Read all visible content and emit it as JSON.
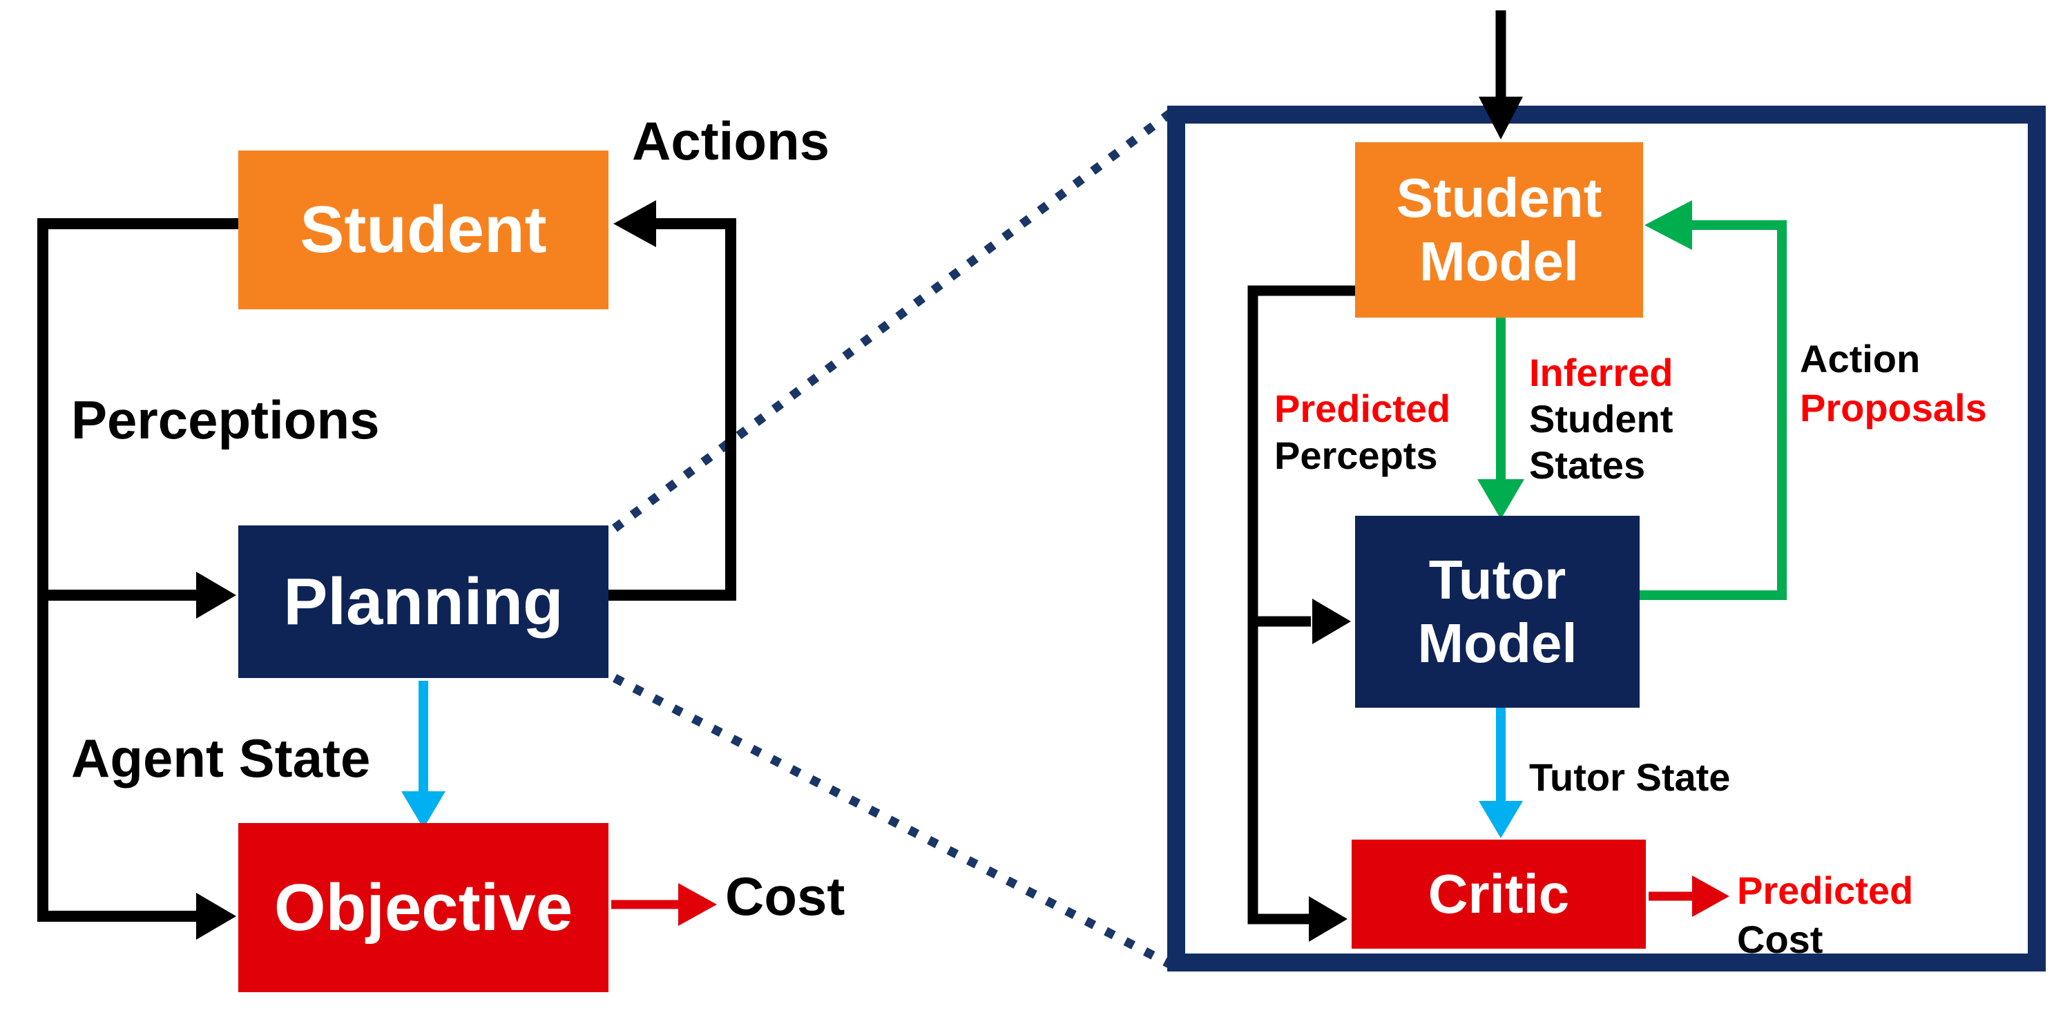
{
  "left_panel": {
    "student_box": "Student",
    "planning_box": "Planning",
    "objective_box": "Objective",
    "actions_label": "Actions",
    "perceptions_label": "Perceptions",
    "agent_state_label": "Agent State",
    "cost_label": "Cost"
  },
  "right_panel": {
    "student_model_box": {
      "line1": "Student",
      "line2": "Model"
    },
    "tutor_model_box": {
      "line1": "Tutor",
      "line2": "Model"
    },
    "critic_box": "Critic",
    "predicted_percepts_label": {
      "line1": "Predicted",
      "line2": "Percepts"
    },
    "inferred_student_states_label": {
      "line1": "Inferred",
      "line2": "Student",
      "line3": "States"
    },
    "action_proposals_label": {
      "line1": "Action",
      "line2": "Proposals"
    },
    "tutor_state_label": "Tutor State",
    "predicted_cost_label": {
      "line1": "Predicted",
      "line2": "Cost"
    }
  },
  "colors": {
    "box_orange": "#F6821F",
    "box_navy": "#0F2456",
    "box_red": "#E00008",
    "arrow_black": "#000000",
    "arrow_green": "#00AD4F",
    "arrow_cyan": "#00B0F0",
    "arrow_red": "#E00008",
    "text_red": "#FA0000",
    "panel_border_navy": "#122D64",
    "dotted_navy": "#1A3666",
    "background": "#FFFFFF"
  }
}
